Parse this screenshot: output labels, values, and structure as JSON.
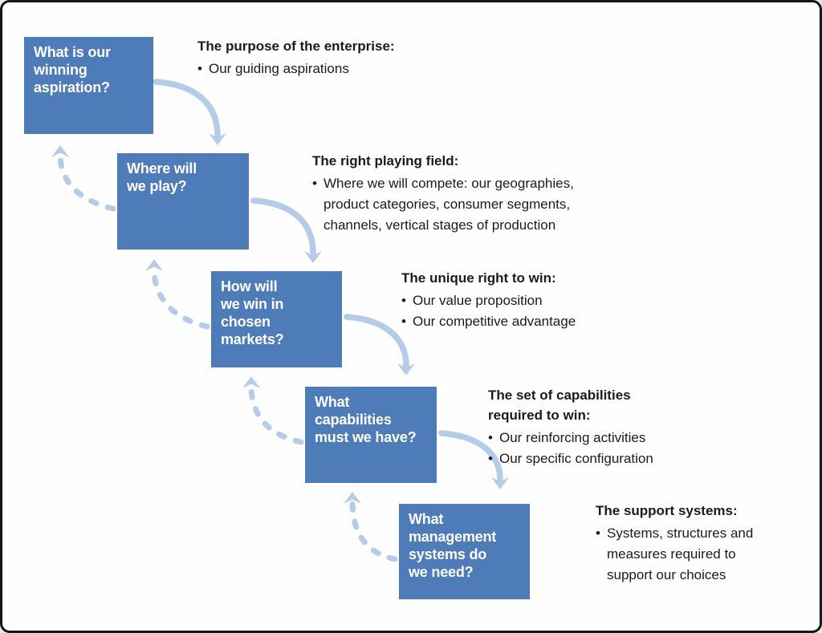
{
  "figure_name": "strategy-choice-cascade",
  "bullet_char": "•",
  "colors": {
    "box_fill": "#4e7cb8",
    "box_text": "#ffffff",
    "arrow": "#b4cbe9",
    "note_text": "#1b1b1b",
    "background": "#fefefe",
    "border": "#161616"
  },
  "steps": [
    {
      "question": "What is our\nwinning\naspiration?",
      "note_title": "The purpose of the enterprise:",
      "bullets": [
        "Our guiding aspirations"
      ]
    },
    {
      "question": "Where will\nwe play?",
      "note_title": "The right playing field:",
      "bullets": [
        "Where we will compete: our geographies,\nproduct categories, consumer segments,\nchannels, vertical stages of production"
      ]
    },
    {
      "question": "How will\nwe win in\nchosen\nmarkets?",
      "note_title": "The unique right to win:",
      "bullets": [
        "Our value proposition",
        "Our competitive advantage"
      ]
    },
    {
      "question": "What\ncapabilities\nmust we have?",
      "note_title": "The set of capabilities\nrequired to win:",
      "bullets": [
        "Our reinforcing activities",
        "Our specific configuration"
      ]
    },
    {
      "question": "What\nmanagement\nsystems do\nwe need?",
      "note_title": "The support systems:",
      "bullets": [
        "Systems, structures and\nmeasures required to\nsupport our choices"
      ]
    }
  ]
}
